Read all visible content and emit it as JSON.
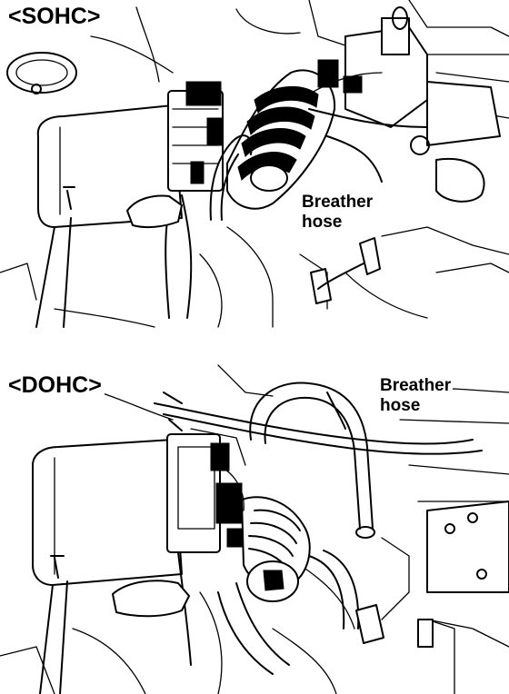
{
  "panels": [
    {
      "tag": "<SOHC>",
      "callout": {
        "line1": "Breather",
        "line2": "hose"
      }
    },
    {
      "tag": "<DOHC>",
      "callout": {
        "line1": "Breather",
        "line2": "hose"
      }
    }
  ]
}
